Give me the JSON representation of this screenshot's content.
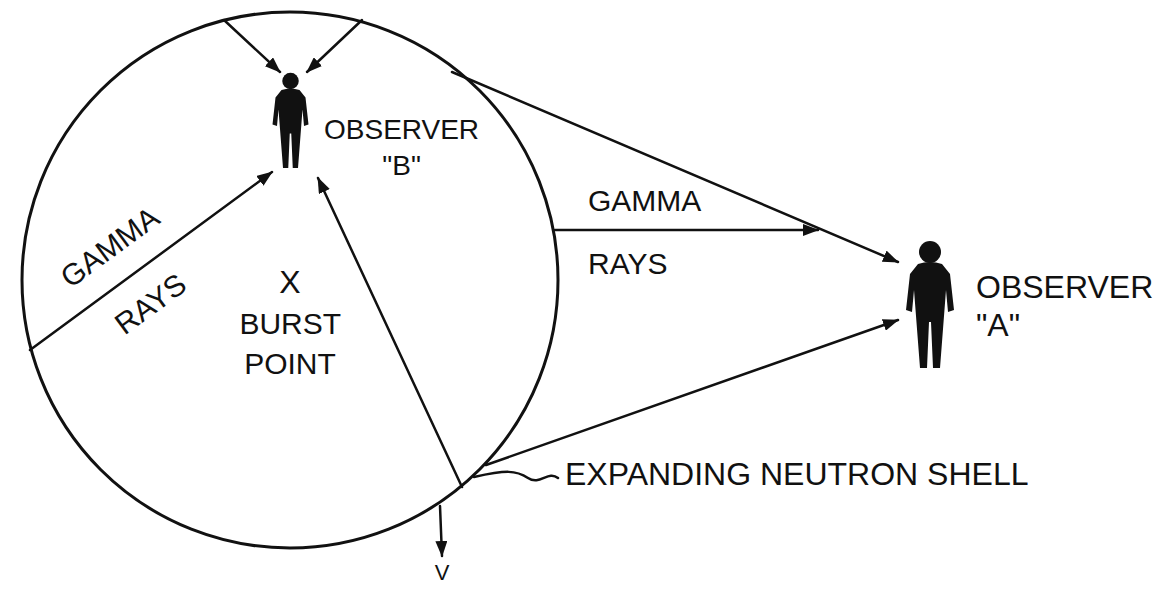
{
  "diagram": {
    "nodes": [
      {
        "text": [
          "X",
          "BURST POINT"
        ]
      }
    ],
    "labels": [
      "GAMMA RAYS",
      "OBSERVER \"B\"",
      "GAMMA RAYS",
      "OBSERVER \"A\"",
      "EXPANDING NEUTRON SHELL",
      "V"
    ]
  }
}
